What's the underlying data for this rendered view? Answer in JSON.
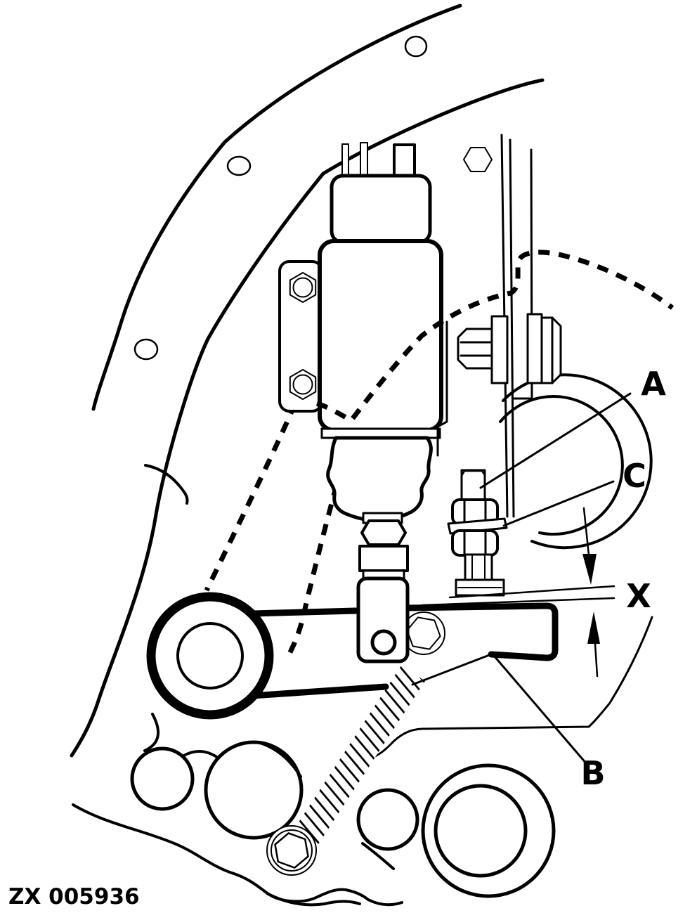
{
  "figure": {
    "code": "ZX 005936",
    "callouts": {
      "a": {
        "label": "A"
      },
      "b": {
        "label": "B"
      },
      "c": {
        "label": "C"
      },
      "x": {
        "label": "X"
      }
    },
    "colors": {
      "line": "#000000",
      "background": "#ffffff"
    }
  }
}
